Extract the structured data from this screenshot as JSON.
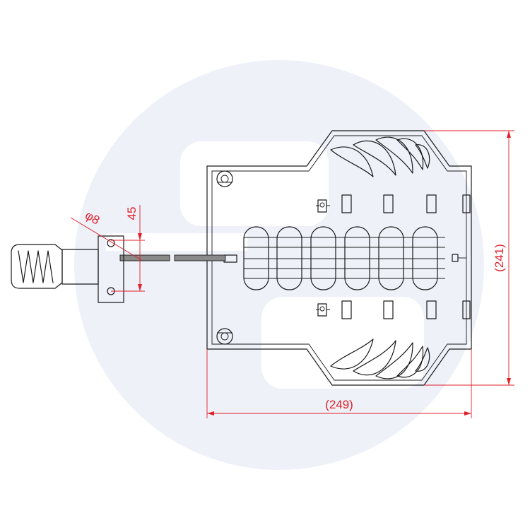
{
  "colors": {
    "watermark": "#eef1f8",
    "outline": "#1a1a1a",
    "dimension": "#e0202a",
    "bar_fill": "#8a8a8a"
  },
  "dimensions": {
    "width_label": "(249)",
    "height_label": "(241)",
    "hole_diameter_label": "φ8",
    "bracket_spacing_label": "45"
  }
}
